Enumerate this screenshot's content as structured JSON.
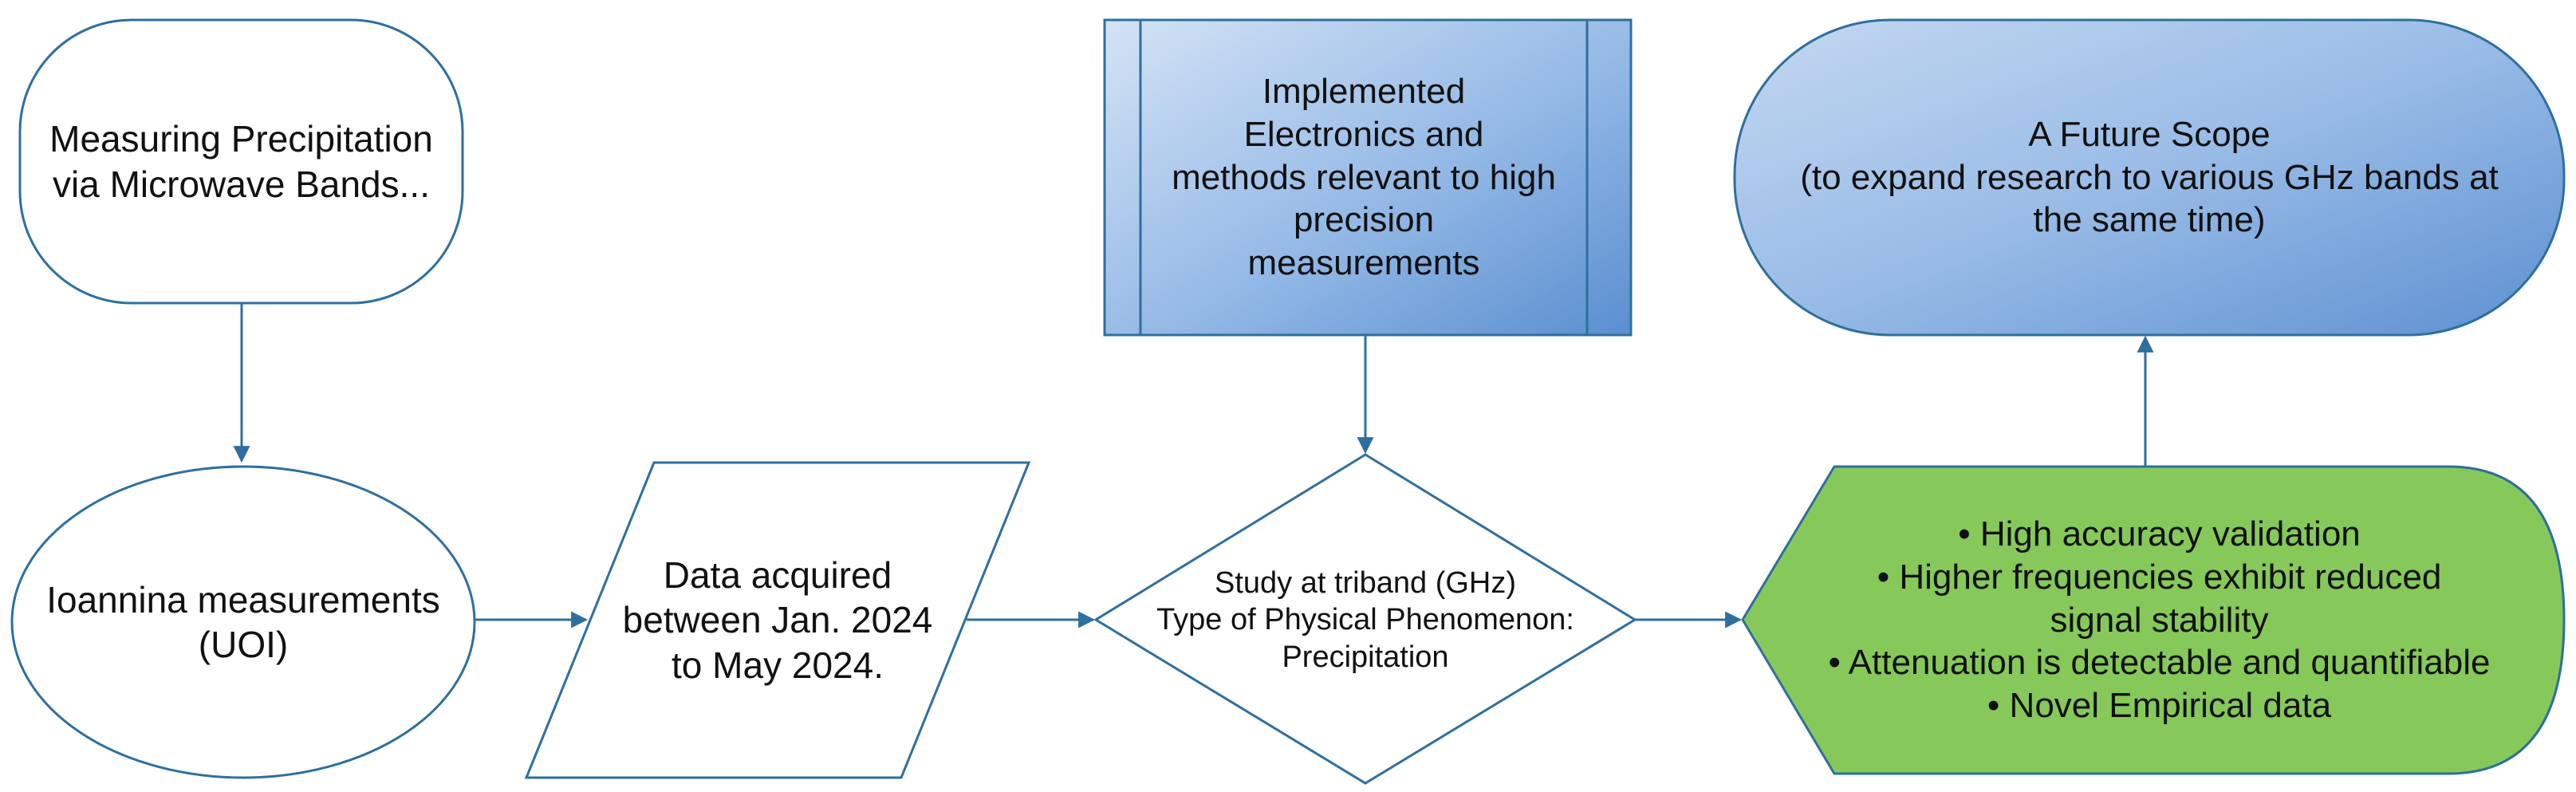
{
  "nodes": {
    "start": {
      "lines": [
        "Measuring Precipitation",
        "via Microwave Bands..."
      ]
    },
    "ioannina": {
      "lines": [
        "Ioannina measurements",
        "(UOI)"
      ]
    },
    "data": {
      "lines": [
        "Data acquired",
        "between Jan. 2024",
        "to May 2024."
      ]
    },
    "electronics": {
      "lines": [
        "Implemented",
        "Electronics and",
        "methods relevant to high",
        "precision",
        "measurements"
      ]
    },
    "study": {
      "lines": [
        "Study at triband (GHz)",
        "Type of Physical Phenomenon:",
        "Precipitation"
      ]
    },
    "results": {
      "lines": [
        "• High accuracy validation",
        "• Higher frequencies exhibit reduced",
        "signal stability",
        "• Attenuation is detectable and quantifiable",
        "• Novel Empirical data"
      ]
    },
    "future": {
      "lines": [
        "A Future Scope",
        "(to expand research to various GHz bands at",
        "the same time)"
      ]
    }
  },
  "colors": {
    "outline": "#2e6f9e",
    "arrow": "#2e6f9e",
    "blue_light": "#c9dbf1",
    "blue_dark": "#5f93d3",
    "green_fill": "#86c95a",
    "green_border": "#2e6f9e"
  }
}
